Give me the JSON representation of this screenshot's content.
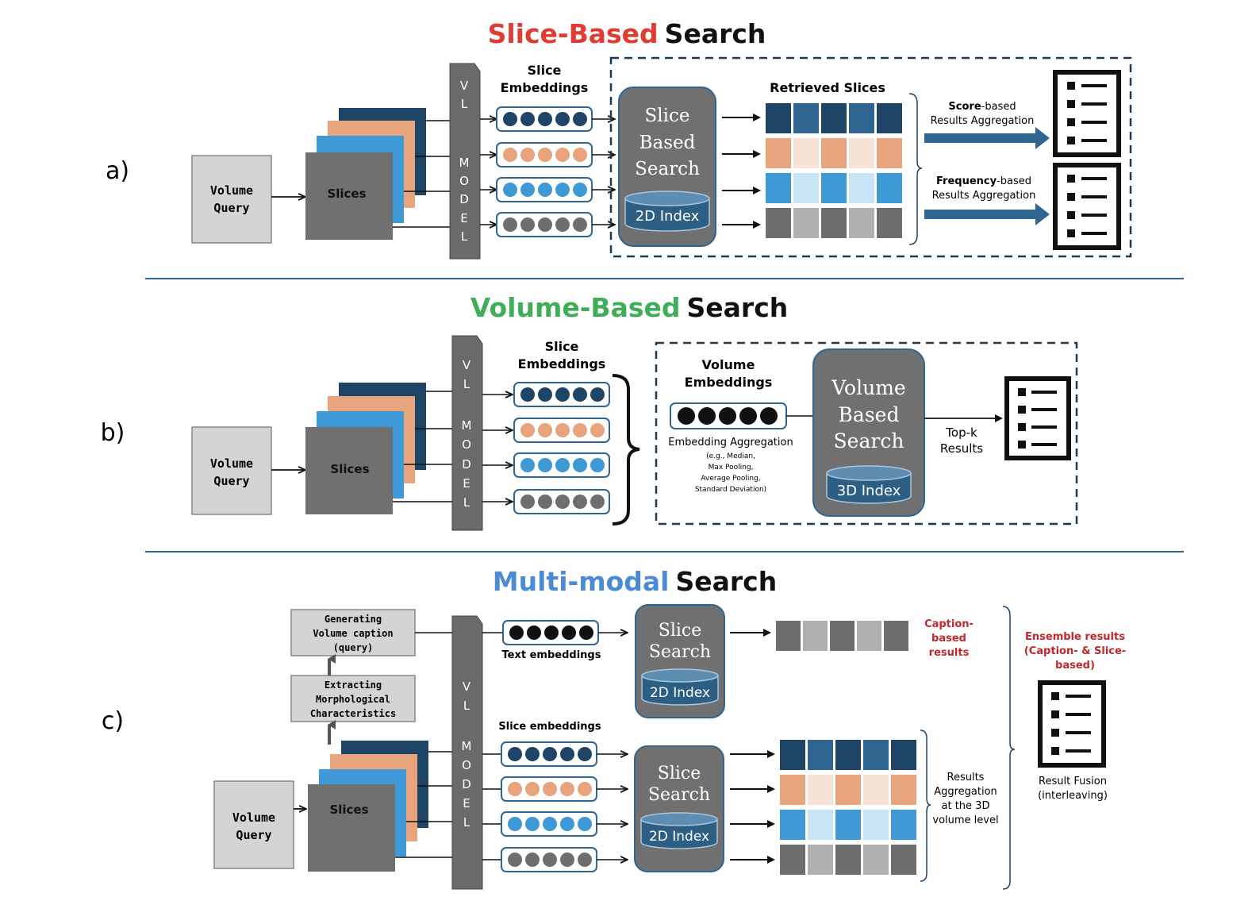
{
  "colors": {
    "dark_blue": "#1e4466",
    "mid_blue": "#2f6590",
    "peach": "#e8a47d",
    "light_peach": "#f6e2d7",
    "sky_blue": "#3e99d6",
    "light_sky": "#c9e4f4",
    "gray_dark": "#6e6e6e",
    "gray_light": "#b0b0b0",
    "slices_gray": "#707070",
    "box_gray": "#d4d4d4",
    "search_gray": "#707070",
    "index_blue": "#2d5f85",
    "arrow_blue": "#2f6590",
    "red": "#e03c31",
    "green": "#3fae58",
    "blue": "#4a8bd4",
    "dark_red": "#c0282a",
    "divider": "#2f6590"
  },
  "panel_a": {
    "label": "a)",
    "title_colored": "Slice-Based",
    "title_rest": "Search",
    "volume_query_line1": "Volume",
    "volume_query_line2": "Query",
    "slices": "Slices",
    "vl_model": [
      "V",
      "L",
      "M",
      "O",
      "D",
      "E",
      "L"
    ],
    "embeddings_line1": "Slice",
    "embeddings_line2": "Embeddings",
    "search_line1": "Slice",
    "search_line2": "Based",
    "search_line3": "Search",
    "index": "2D Index",
    "retrieved": "Retrieved Slices",
    "score_bold": "Score",
    "score_rest": "-based",
    "score_line2": "Results Aggregation",
    "freq_bold": "Frequency",
    "freq_rest": "-based",
    "freq_line2": "Results Aggregation"
  },
  "panel_b": {
    "label": "b)",
    "title_colored": "Volume-Based",
    "title_rest": "Search",
    "volume_query_line1": "Volume",
    "volume_query_line2": "Query",
    "slices": "Slices",
    "vl_model": [
      "V",
      "L",
      "M",
      "O",
      "D",
      "E",
      "L"
    ],
    "embeddings_line1": "Slice",
    "embeddings_line2": "Embeddings",
    "vol_emb_line1": "Volume",
    "vol_emb_line2": "Embeddings",
    "agg_title": "Embedding Aggregation",
    "agg_line1": "(e.g., Median,",
    "agg_line2": "Max Pooling,",
    "agg_line3": "Average Pooling,",
    "agg_line4": "Standard Deviation)",
    "search_line1": "Volume",
    "search_line2": "Based",
    "search_line3": "Search",
    "index": "3D Index",
    "topk_line1": "Top-k",
    "topk_line2": "Results"
  },
  "panel_c": {
    "label": "c)",
    "title_colored": "Multi-modal",
    "title_rest": "Search",
    "caption_line1": "Generating",
    "caption_line2": "Volume caption",
    "caption_line3": "(query)",
    "morph_line1": "Extracting",
    "morph_line2": "Morphological",
    "morph_line3": "Characteristics",
    "volume_query_line1": "Volume",
    "volume_query_line2": "Query",
    "slices": "Slices",
    "vl_model": [
      "V",
      "L",
      "M",
      "O",
      "D",
      "E",
      "L"
    ],
    "text_embeddings": "Text embeddings",
    "slice_embeddings": "Slice embeddings",
    "search_line1": "Slice",
    "search_line2": "Search",
    "index": "2D Index",
    "caption_res_line1": "Caption-",
    "caption_res_line2": "based",
    "caption_res_line3": "results",
    "agg_line1": "Results",
    "agg_line2": "Aggregation",
    "agg_line3": "at the 3D",
    "agg_line4": "volume  level",
    "ensemble_line1": "Ensemble results",
    "ensemble_line2": "(Caption- & Slice-",
    "ensemble_line3": "based)",
    "fusion_line1": "Result Fusion",
    "fusion_line2": "(interleaving)"
  }
}
